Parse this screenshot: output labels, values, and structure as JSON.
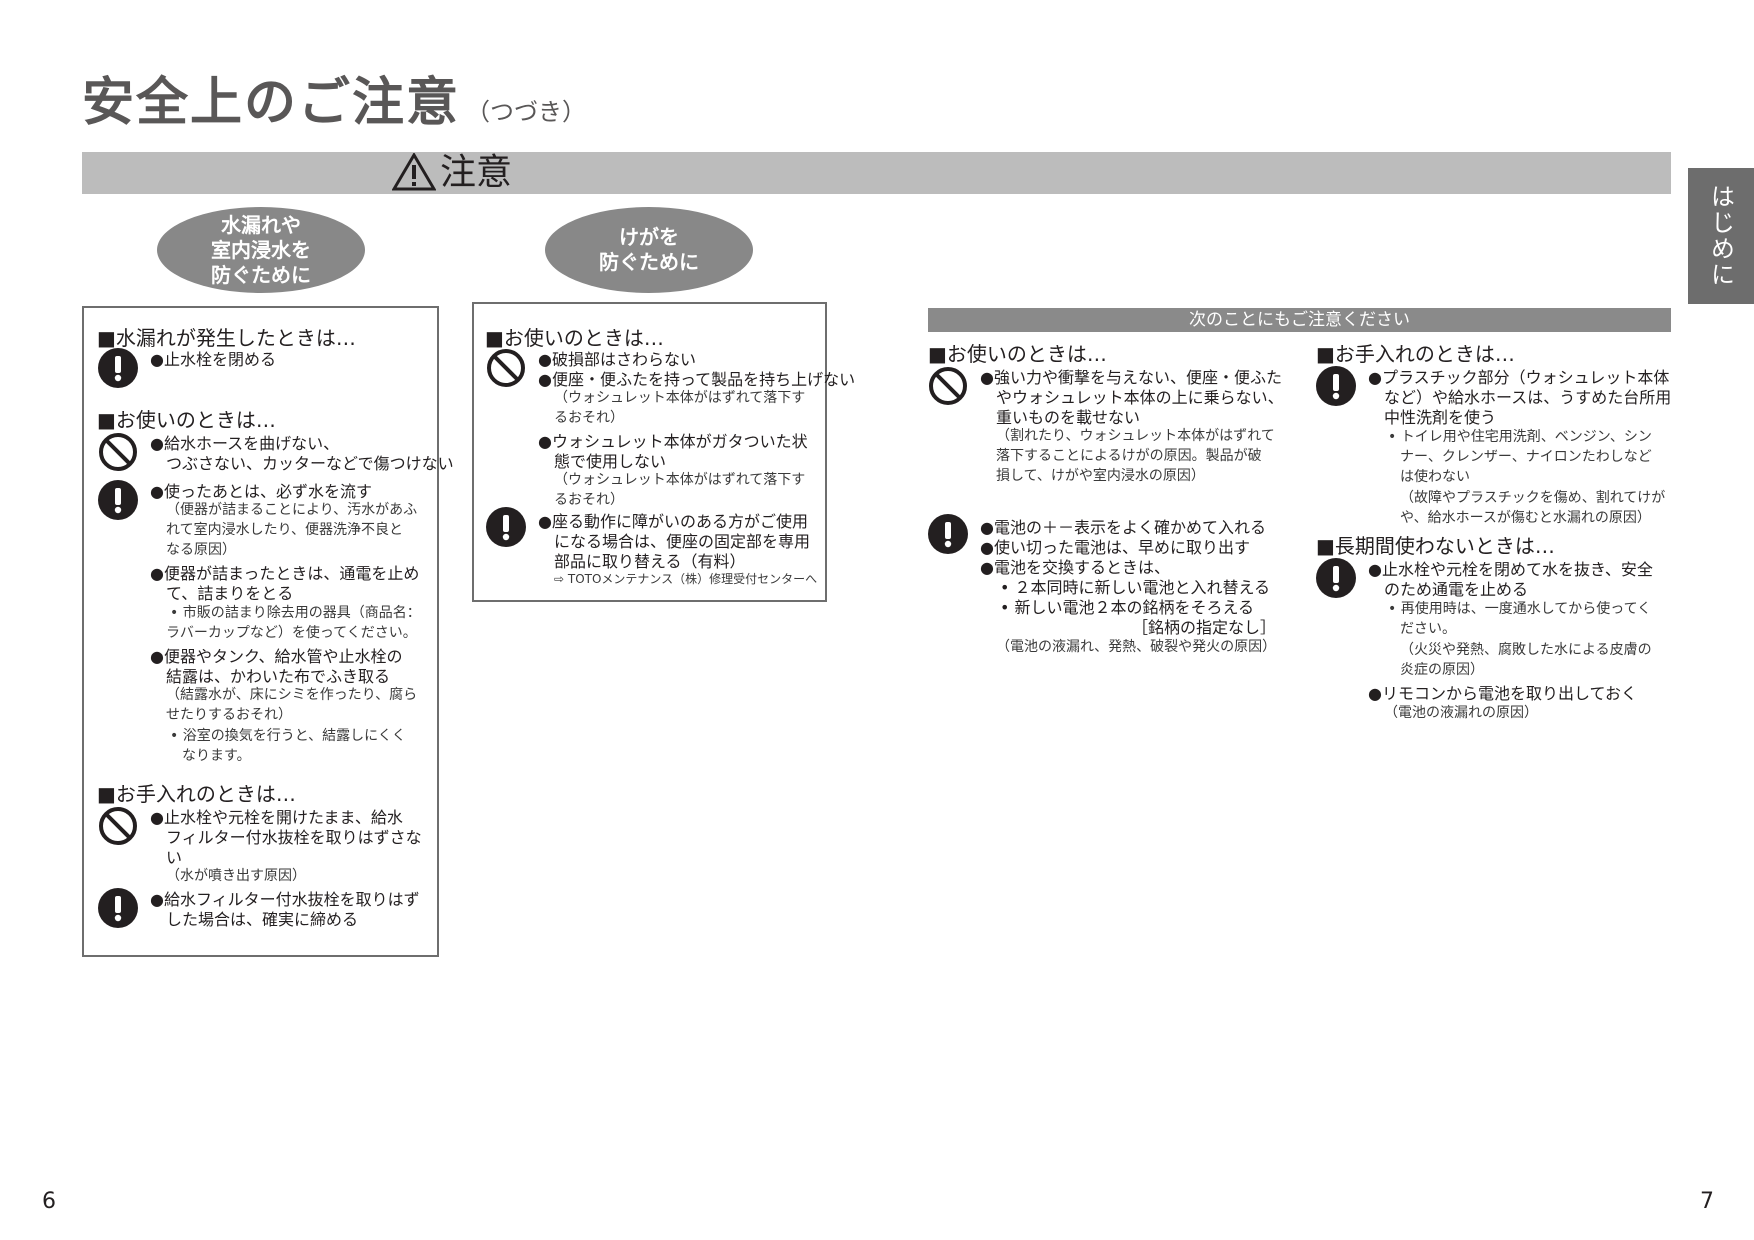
{
  "header": {
    "title": "安全上のご注意",
    "subtitle": "（つづき）"
  },
  "banner": {
    "label": "注意"
  },
  "side_tab": {
    "label": "はじめに"
  },
  "ovals": [
    {
      "text": "水漏れや\n室内浸水を\n防ぐために"
    },
    {
      "text": "けがを\n防ぐために"
    }
  ],
  "box1": {
    "s1_head": "■水漏れが発生したときは…",
    "s1_i1": "●止水栓を閉める",
    "s2_head": "■お使いのときは…",
    "s2_i1_l1": "●給水ホースを曲げない、",
    "s2_i1_l2": "つぶさない、カッターなどで傷つけない",
    "s2_i2_l1": "●使ったあとは、必ず水を流す",
    "s2_i2_n1": "（便器が詰まることにより、汚水があふ",
    "s2_i2_n2": "れて室内浸水したり、便器洗浄不良と",
    "s2_i2_n3": "なる原因）",
    "s2_i3_l1": "●便器が詰まったときは、通電を止め",
    "s2_i3_l2": "て、詰まりをとる",
    "s2_i3_n1": "• 市販の詰まり除去用の器具（商品名：",
    "s2_i3_n2": "ラバーカップなど）を使ってください。",
    "s2_i4_l1": "●便器やタンク、給水管や止水栓の",
    "s2_i4_l2": "結露は、かわいた布でふき取る",
    "s2_i4_n1": "（結露水が、床にシミを作ったり、腐ら",
    "s2_i4_n2": "せたりするおそれ）",
    "s2_i4_n3": "• 浴室の換気を行うと、結露しにくく",
    "s2_i4_n4": "なります。",
    "s3_head": "■お手入れのときは…",
    "s3_i1_l1": "●止水栓や元栓を開けたまま、給水",
    "s3_i1_l2": "フィルター付水抜栓を取りはずさな",
    "s3_i1_l3": "い",
    "s3_i1_n1": "（水が噴き出す原因）",
    "s3_i2_l1": "●給水フィルター付水抜栓を取りはず",
    "s3_i2_l2": "した場合は、確実に締める"
  },
  "box2": {
    "head": "■お使いのときは…",
    "i1": "●破損部はさわらない",
    "i2_l1": "●便座・便ふたを持って製品を持ち上げない",
    "i2_n1": "（ウォシュレット本体がはずれて落下す",
    "i2_n2": "るおそれ）",
    "i3_l1": "●ウォシュレット本体がガタついた状",
    "i3_l2": "態で使用しない",
    "i3_n1": "（ウォシュレット本体がはずれて落下す",
    "i3_n2": "るおそれ）",
    "i4_l1": "●座る動作に障がいのある方がご使用",
    "i4_l2": "になる場合は、便座の固定部を専用",
    "i4_l3": "部品に取り替える（有料）",
    "i4_n1": "⇨ TOTOメンテナンス（株）修理受付センターへ"
  },
  "other": {
    "bar_label": "次のことにもご注意ください",
    "c1_head": "■お使いのときは…",
    "c1_i1_l1": "●強い力や衝撃を与えない、便座・便ふた",
    "c1_i1_l2": "やウォシュレット本体の上に乗らない、",
    "c1_i1_l3": "重いものを載せない",
    "c1_i1_n1": "（割れたり、ウォシュレット本体がはずれて",
    "c1_i1_n2": "落下することによるけがの原因。製品が破",
    "c1_i1_n3": "損して、けがや室内浸水の原因）",
    "c1_i2_l1": "●電池の＋－表示をよく確かめて入れる",
    "c1_i2_l2": "●使い切った電池は、早めに取り出す",
    "c1_i2_l3": "●電池を交換するときは、",
    "c1_i2_l4": "• ２本同時に新しい電池と入れ替える",
    "c1_i2_l5": "• 新しい電池２本の銘柄をそろえる",
    "c1_i2_l6": "［銘柄の指定なし］",
    "c1_i2_n1": "（電池の液漏れ、発熱、破裂や発火の原因）",
    "c2_head": "■お手入れのときは…",
    "c2_i1_l1": "●プラスチック部分（ウォシュレット本体",
    "c2_i1_l2": "など）や給水ホースは、うすめた台所用",
    "c2_i1_l3": "中性洗剤を使う",
    "c2_i1_n1": "• トイレ用や住宅用洗剤、ベンジン、シン",
    "c2_i1_n2": "ナー、クレンザー、ナイロンたわしなど",
    "c2_i1_n3": "は使わない",
    "c2_i1_n4": "（故障やプラスチックを傷め、割れてけが",
    "c2_i1_n5": "や、給水ホースが傷むと水漏れの原因）",
    "c2_head2": "■長期間使わないときは…",
    "c2_i2_l1": "●止水栓や元栓を閉めて水を抜き、安全",
    "c2_i2_l2": "のため通電を止める",
    "c2_i2_n1": "• 再使用時は、一度通水してから使ってく",
    "c2_i2_n2": "ださい。",
    "c2_i2_n3": "（火災や発熱、腐敗した水による皮膚の",
    "c2_i2_n4": "炎症の原因）",
    "c2_i3_l1": "●リモコンから電池を取り出しておく",
    "c2_i3_n1": "（電池の液漏れの原因）"
  },
  "pages": {
    "left": "6",
    "right": "7"
  }
}
